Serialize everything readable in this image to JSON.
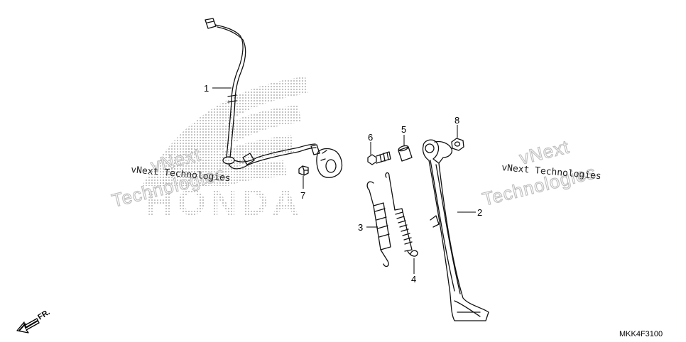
{
  "watermark": {
    "small_text": "vNext Technologies",
    "big_line1": "vNext",
    "big_line2": "Technologies",
    "logo_text": "HONDA"
  },
  "callouts": [
    "1",
    "2",
    "3",
    "4",
    "5",
    "6",
    "7",
    "8"
  ],
  "diagram_code": "MKK4F3100",
  "direction_label": "FR."
}
